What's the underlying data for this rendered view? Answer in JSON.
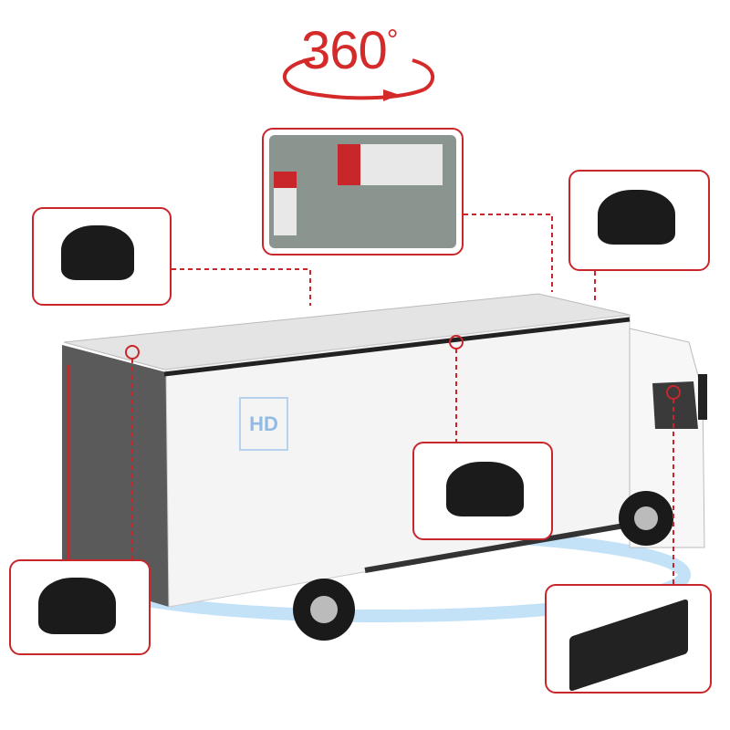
{
  "header": {
    "title": "360",
    "degree_symbol": "°"
  },
  "colors": {
    "accent": "#c8262b",
    "truck_body": "#f2f2f2",
    "camera": "#1b1b1b",
    "ground_glow": "#8fc8f0"
  },
  "panels": [
    {
      "name": "top-view-preview",
      "icon": "birdseye-view-screen"
    },
    {
      "name": "left-side-camera",
      "icon": "camera"
    },
    {
      "name": "right-side-camera",
      "icon": "camera"
    },
    {
      "name": "center-side-camera",
      "icon": "camera"
    },
    {
      "name": "rear-camera",
      "icon": "camera"
    },
    {
      "name": "dvr-unit",
      "icon": "recorder-box"
    }
  ],
  "watermark": "HD"
}
